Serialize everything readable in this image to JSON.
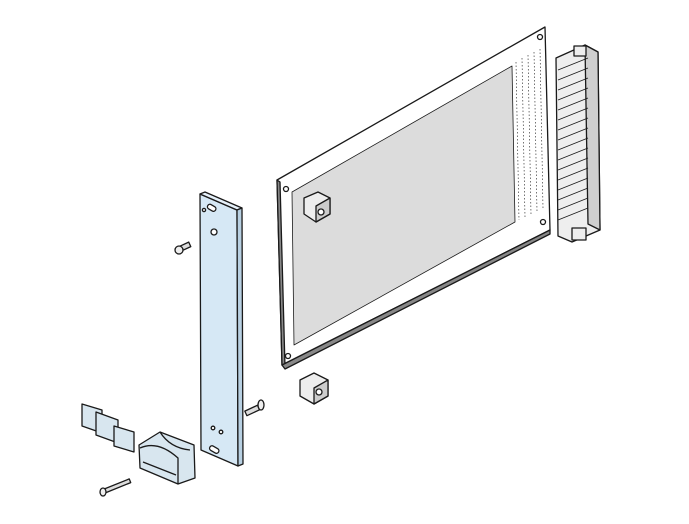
{
  "diagram": {
    "kind": "exploded-assembly",
    "parts": [
      "circuit-board",
      "edge-connector",
      "front-panel",
      "mounting-block-upper",
      "mounting-block-lower",
      "screw-panel-top",
      "screw-panel-bottom",
      "screw-handle",
      "handle-label-insert",
      "handle"
    ]
  },
  "colors": {
    "board_fill": "#dcdcdc",
    "board_frame": "#ffffff",
    "panel_fill": "#d6e8f5",
    "part_fill": "#d8e6ef",
    "stroke": "#1a1a1a",
    "background": "#ffffff"
  }
}
